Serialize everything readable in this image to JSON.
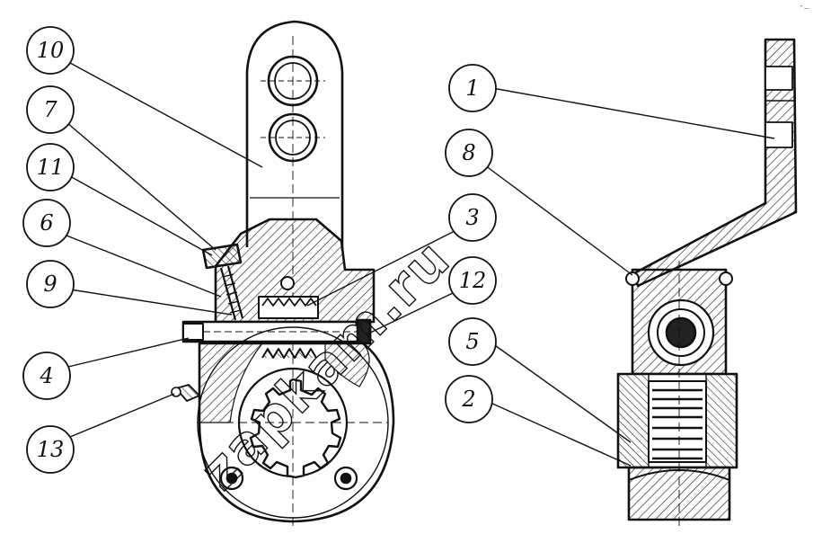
{
  "watermark": "zapkam.ru",
  "corner_mark": "ʺ —",
  "callouts": [
    {
      "id": "10",
      "label": "10"
    },
    {
      "id": "7",
      "label": "7"
    },
    {
      "id": "11",
      "label": "11"
    },
    {
      "id": "6",
      "label": "6"
    },
    {
      "id": "9",
      "label": "9"
    },
    {
      "id": "4",
      "label": "4"
    },
    {
      "id": "13",
      "label": "13"
    },
    {
      "id": "3",
      "label": "3"
    },
    {
      "id": "12",
      "label": "12"
    },
    {
      "id": "1",
      "label": "1"
    },
    {
      "id": "8",
      "label": "8"
    },
    {
      "id": "5",
      "label": "5"
    },
    {
      "id": "2",
      "label": "2"
    }
  ]
}
